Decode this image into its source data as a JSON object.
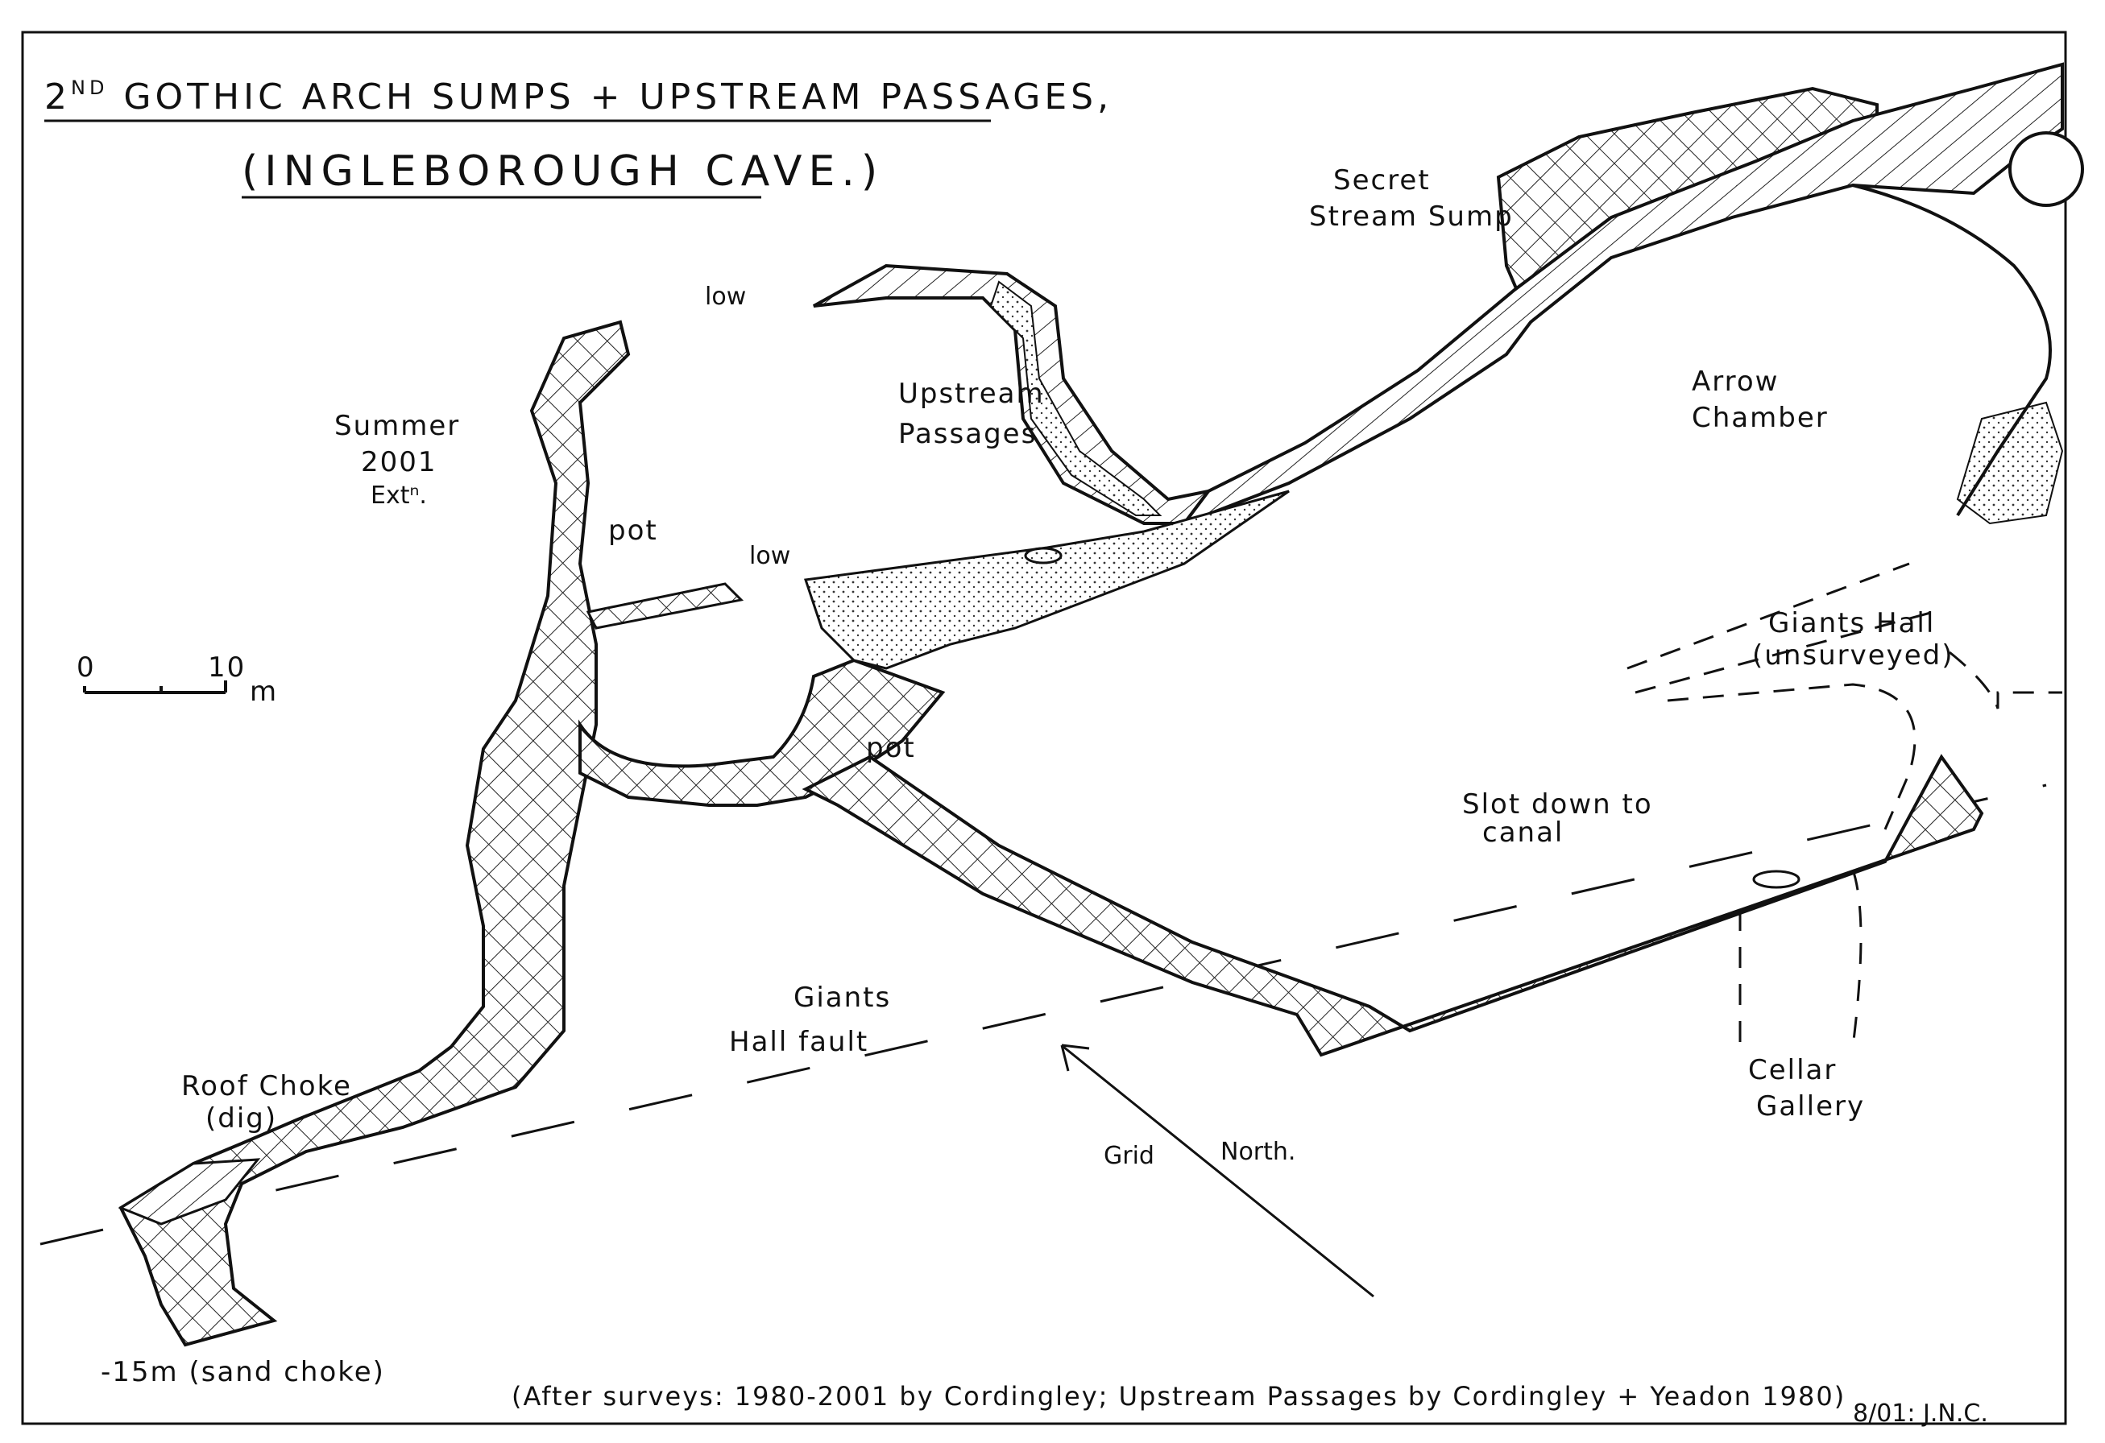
{
  "title": {
    "prefix": "2",
    "superscript": "ND",
    "main": " GOTHIC ARCH SUMPS + UPSTREAM PASSAGES,",
    "subtitle": "(INGLEBOROUGH CAVE.)"
  },
  "labels": {
    "secret_stream_sump_1": "Secret",
    "secret_stream_sump_2": "Stream Sump",
    "upstream_passages_1": "Upstream",
    "upstream_passages_2": "Passages",
    "arrow_chamber_1": "Arrow",
    "arrow_chamber_2": "Chamber",
    "summer_1": "Summer",
    "summer_2": "2001",
    "summer_3": "Extⁿ.",
    "low_top": "low",
    "low_mid": "low",
    "pot_upper": "pot",
    "pot_lower": "pot",
    "giants_hall_1": "Giants Hall",
    "giants_hall_2": "(unsurveyed)",
    "slot_1": "Slot down to",
    "slot_2": "canal",
    "giants_fault_1": "Giants",
    "giants_fault_2": "Hall fault",
    "roof_choke_1": "Roof Choke",
    "roof_choke_2": "(dig)",
    "cellar_1": "Cellar",
    "cellar_2": "Gallery",
    "grid_north_1": "Grid",
    "grid_north_2": "North.",
    "sand_choke": "-15m (sand choke)"
  },
  "scale": {
    "zero": "0",
    "ten": "10",
    "unit": "m"
  },
  "credit": "(After surveys: 1980-2001 by Cordingley; Upstream Passages by Cordingley + Yeadon 1980)",
  "signature": "8/01: J.N.C.",
  "colors": {
    "ink": "#111111",
    "paper": "#ffffff"
  }
}
